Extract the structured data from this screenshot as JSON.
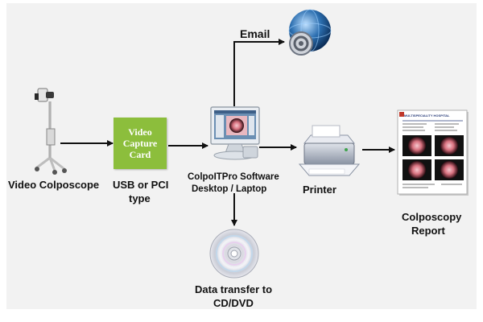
{
  "nodes": {
    "email": "Email",
    "colposcope": "Video Colposcope",
    "capture_card": "Video\nCapture\nCard",
    "usb_pci": "USB or PCI",
    "usb_pci_type": "type",
    "software": "ColpoITPro  Software",
    "desktop": "Desktop  /  Laptop",
    "printer": "Printer",
    "report_line1": "Colposcopy",
    "report_line2": "Report",
    "cd_line1": "Data transfer to",
    "cd_line2": "CD/DVD"
  },
  "report_doc": {
    "hospital": "MULTISPECIALITY HOSPITAL"
  },
  "colors": {
    "card_green": "#8cbe3c",
    "arrow": "#111111",
    "monitor_screen": "#6b8fb3",
    "globe_blue": "#2c6fb0"
  }
}
